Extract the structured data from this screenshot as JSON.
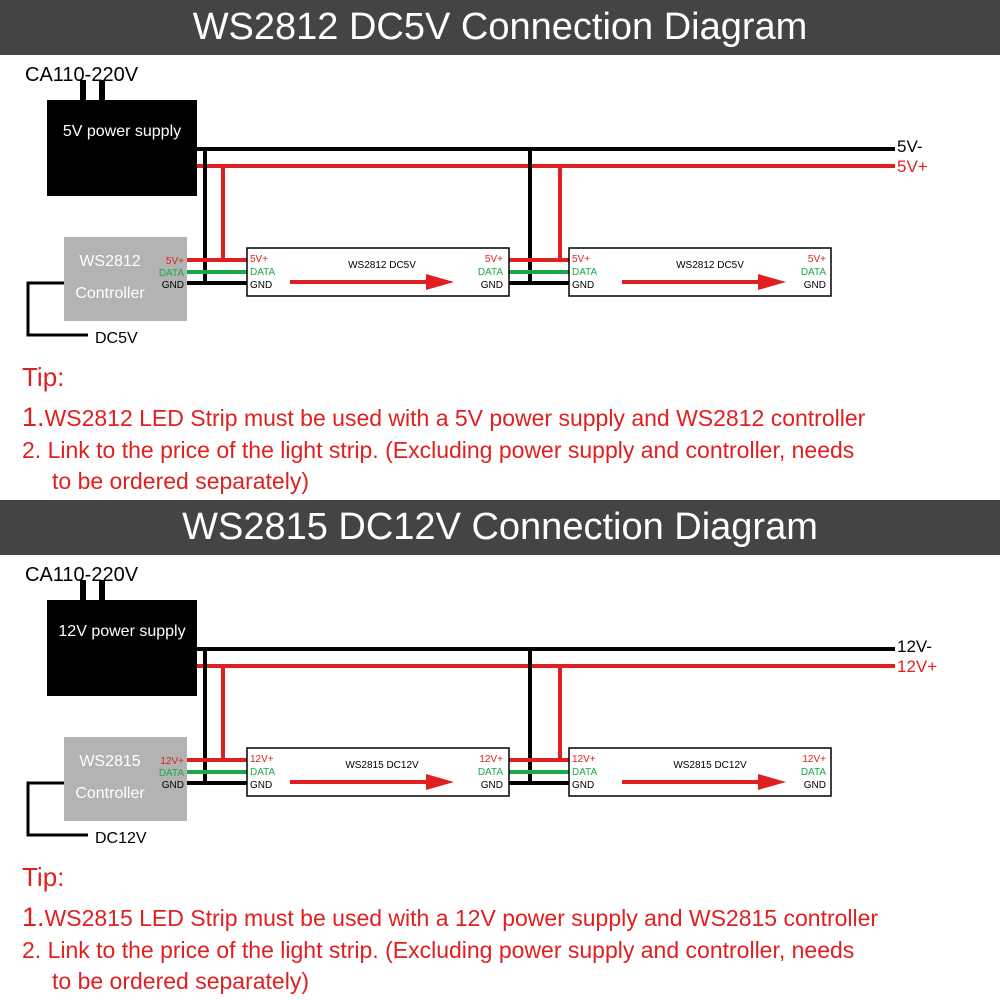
{
  "sections": [
    {
      "title": "WS2812 DC5V Connection Diagram",
      "ac_input": "CA110-220V",
      "power_supply_label": "5V power supply",
      "rail_negative": "5V-",
      "rail_positive": "5V+",
      "controller_name": "WS2812",
      "controller_subtitle": "Controller",
      "controller_power": "DC5V",
      "pin_positive": "5V+",
      "pin_data": "DATA",
      "pin_ground": "GND",
      "strip_label": "WS2812 DC5V",
      "tip_title": "Tip:",
      "tip_1_number": "1.",
      "tip_1_text": "WS2812 LED Strip must be used with a 5V power supply and WS2812 controller",
      "tip_2_text": "2. Link to the price of the light strip. (Excluding power supply and controller, needs",
      "tip_2_continuation": "to be ordered separately)"
    },
    {
      "title": "WS2815 DC12V Connection Diagram",
      "ac_input": "CA110-220V",
      "power_supply_label": "12V power supply",
      "rail_negative": "12V-",
      "rail_positive": "12V+",
      "controller_name": "WS2815",
      "controller_subtitle": "Controller",
      "controller_power": "DC12V",
      "pin_positive": "12V+",
      "pin_data": "DATA",
      "pin_ground": "GND",
      "strip_label": "WS2815 DC12V",
      "tip_title": "Tip:",
      "tip_1_number": "1.",
      "tip_1_text": "WS2815 LED Strip must be used with a 12V power supply and WS2815 controller",
      "tip_2_text": "2. Link to the price of the light strip. (Excluding power supply and controller, needs",
      "tip_2_continuation": "to be ordered separately)"
    }
  ],
  "colors": {
    "header_bg": "#444444",
    "wire_negative": "#000000",
    "wire_positive": "#e02020",
    "wire_data": "#1aa84a",
    "wire_ground": "#000000",
    "controller_bg": "#b3b3b3",
    "power_supply_bg": "#000000",
    "tip_text": "#e02020"
  }
}
